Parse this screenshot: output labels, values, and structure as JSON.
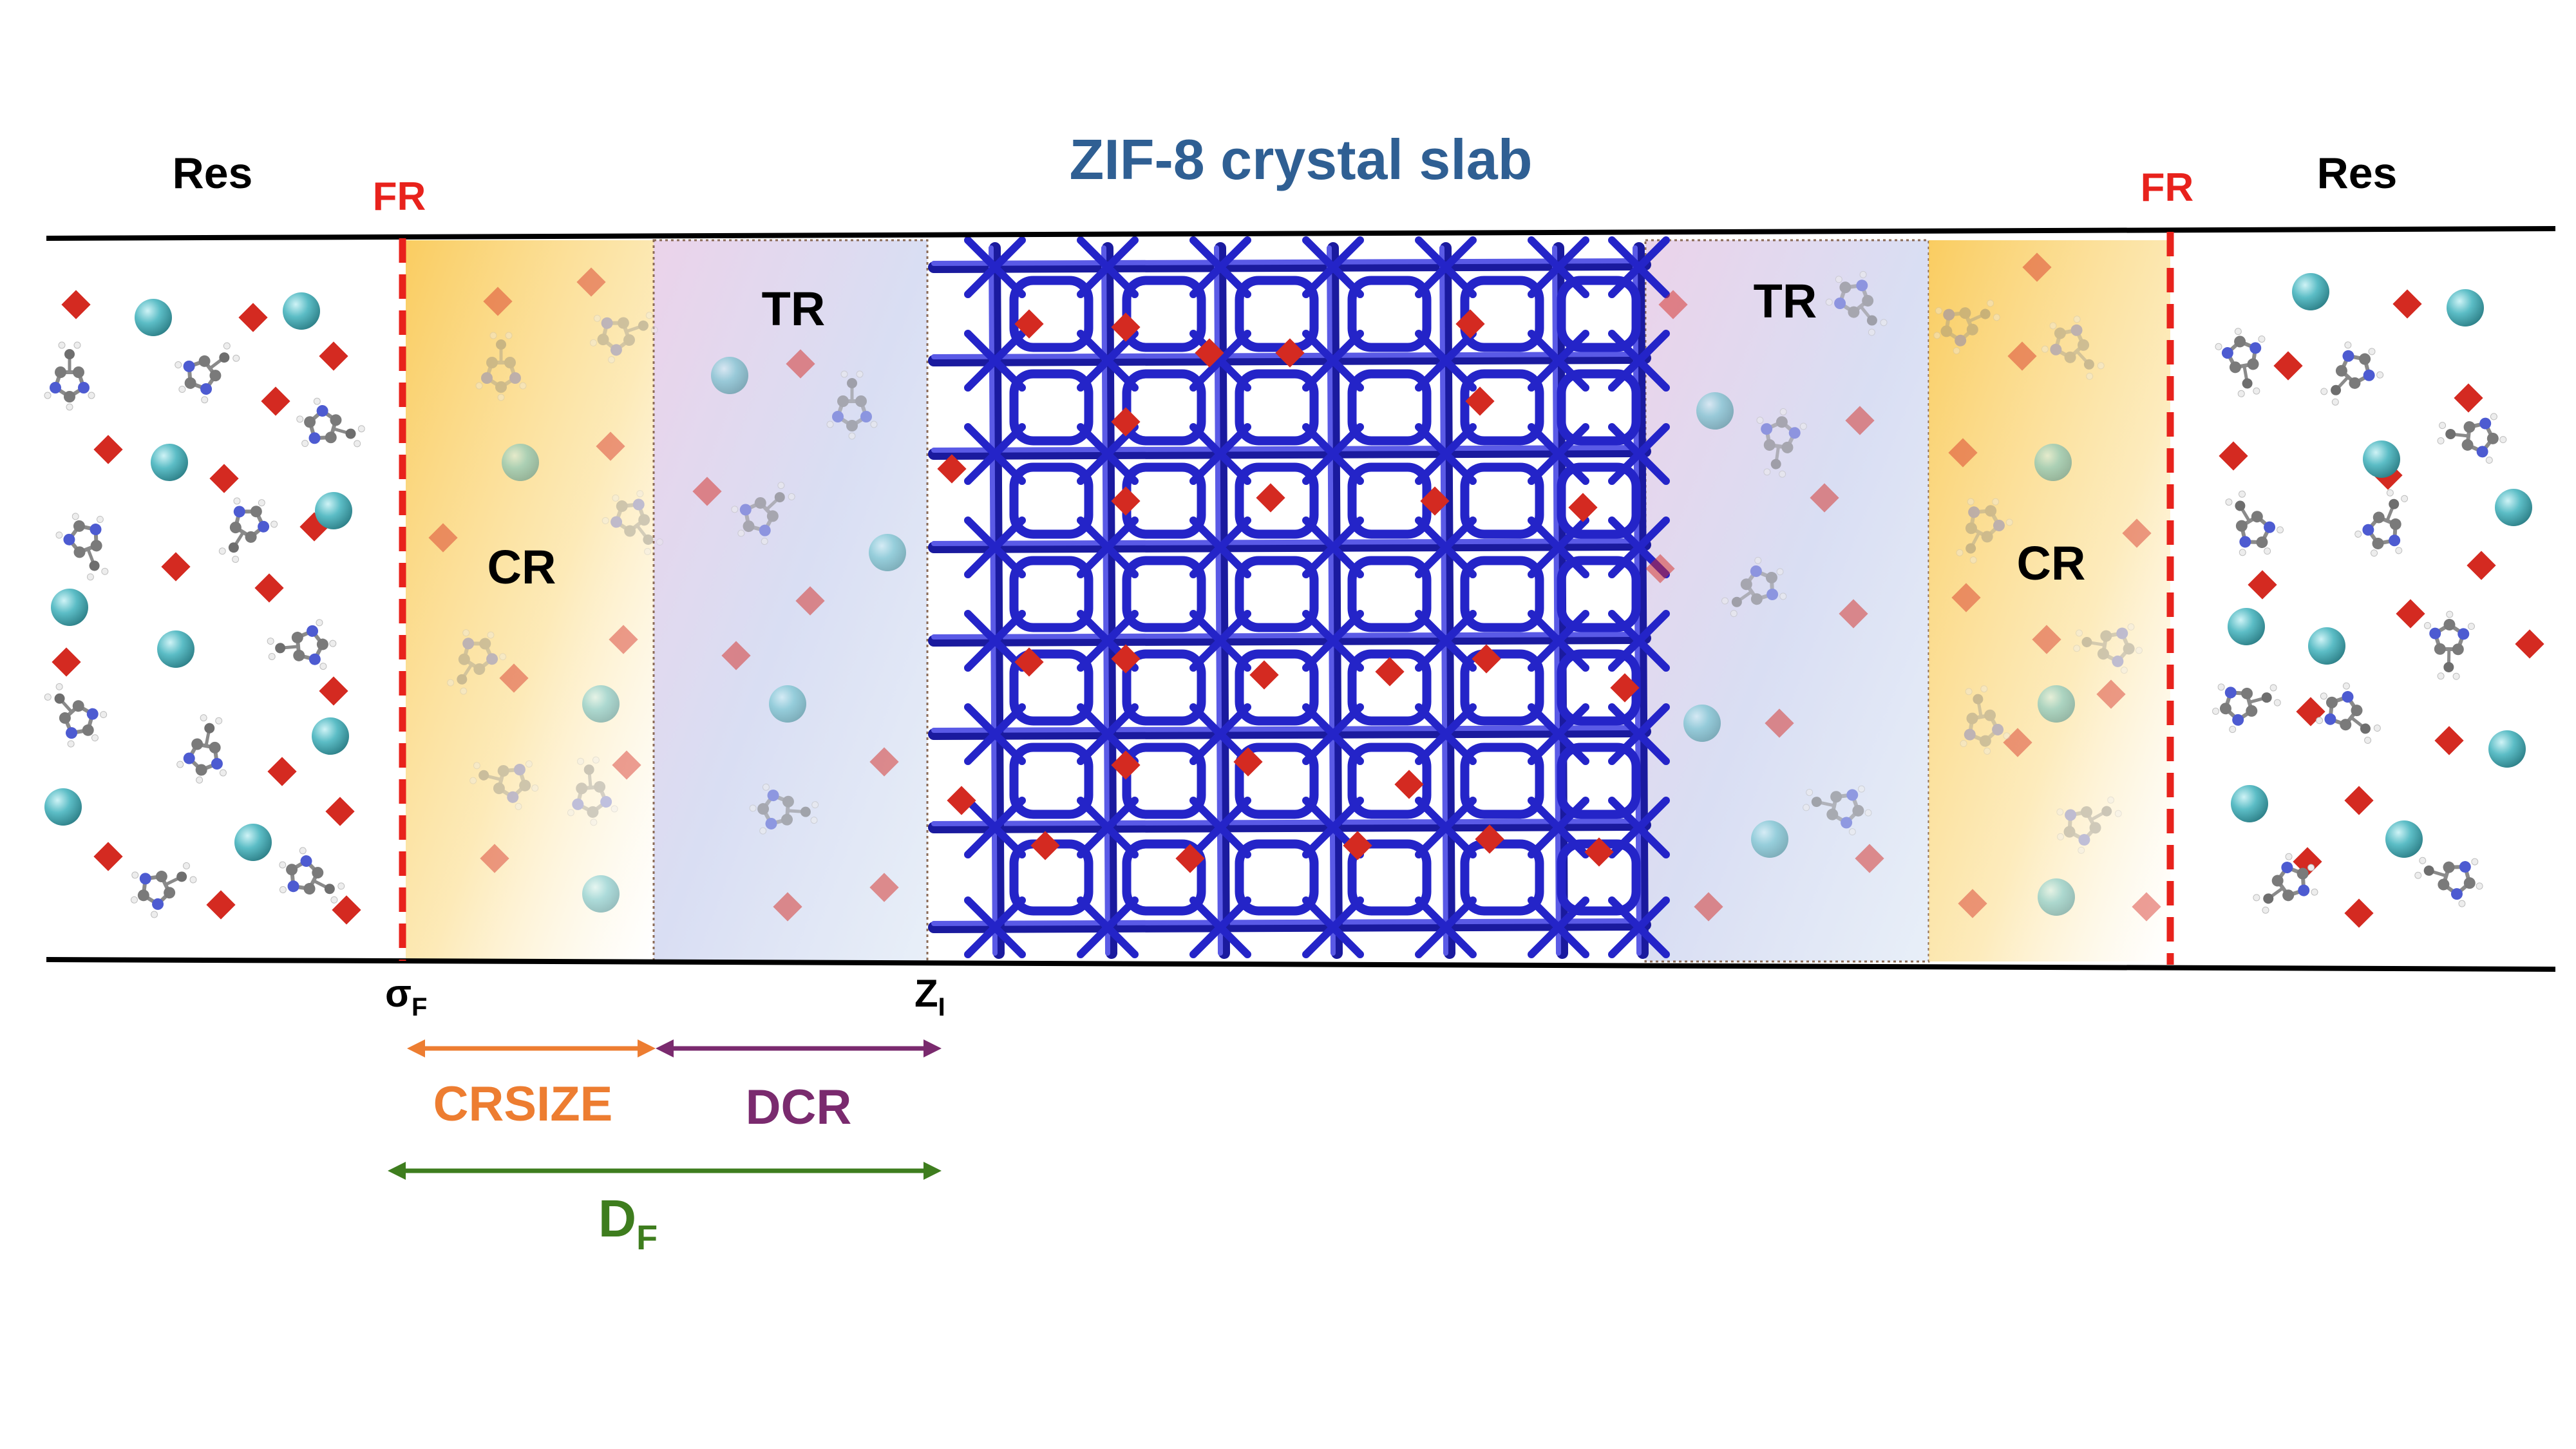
{
  "title": "ZIF-8 crystal slab",
  "labels": {
    "res_left": "Res",
    "res_right": "Res",
    "fr_left": "FR",
    "fr_right": "FR",
    "cr_left": "CR",
    "cr_right": "CR",
    "tr_left": "TR",
    "tr_right": "TR",
    "sigma_main": "σ",
    "sigma_sub": "F",
    "z_main": "Z",
    "z_sub": "I",
    "crsize": "CRSIZE",
    "dcr": "DCR",
    "df_main": "D",
    "df_sub": "F"
  },
  "colors": {
    "title": "#2F5F93",
    "fr": "#E8221C",
    "crsize": "#ED7D31",
    "dcr": "#7A2A6E",
    "df": "#3E7D1E",
    "framework": "#2424C8",
    "diamond": "#D42A21",
    "sphere": "#4FB3BC",
    "cr_band": "#F9C74F",
    "tr_band": "#C9D2EC"
  },
  "icons": {
    "particle_a": "red-diamond-particle-icon",
    "particle_b": "teal-sphere-particle-icon",
    "particle_c": "imidazole-molecule-icon"
  }
}
